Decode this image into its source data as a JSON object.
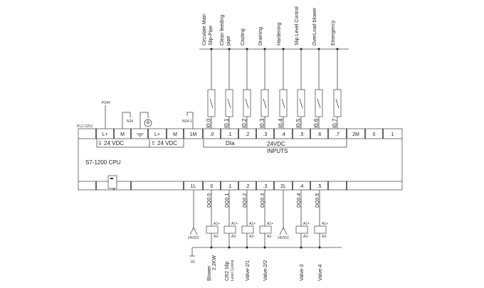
{
  "plc": {
    "title": "S7-1200 CPU",
    "tag": "PLC-CPU",
    "p24v": "P24V",
    "n24": "N24",
    "n24_1": "N24-1",
    "supply_in": "24 VDC",
    "supply_out": "24 VDC",
    "dia": "DIa",
    "inputs_voltage": "24VDC",
    "inputs_label": "INPUTS",
    "top_terminals": [
      "",
      "L+",
      "M",
      "",
      "L+",
      "M",
      "1M",
      ".0",
      ".1",
      ".2",
      ".3",
      ".4",
      ".5",
      ".6",
      ".7",
      "2M",
      "0",
      "1"
    ],
    "bottom_terminals": [
      "",
      "",
      "",
      "",
      "1L",
      "0",
      ".1",
      ".2",
      ".3",
      "2L",
      ".4",
      ".5",
      "",
      ""
    ]
  },
  "inputs": [
    {
      "address": "I0.0",
      "label": [
        "Circulate Main",
        "Slip-Pipe"
      ]
    },
    {
      "address": "I0.1",
      "label": [
        "Clean feeding",
        "pipe"
      ]
    },
    {
      "address": "I0.2",
      "label": [
        "Casting"
      ]
    },
    {
      "address": "I0.3",
      "label": [
        "Draining"
      ]
    },
    {
      "address": "I0.4",
      "label": [
        "Hardening"
      ]
    },
    {
      "address": "I0.5",
      "label": [
        "Slip Level Control"
      ]
    },
    {
      "address": "I0.6",
      "label": [
        "OverLoad blower"
      ]
    },
    {
      "address": "I0.7",
      "label": [
        "Emergency"
      ]
    }
  ],
  "outputs": [
    {
      "address": "DQ0.0",
      "label": [
        "Blower",
        "2.2KW"
      ]
    },
    {
      "address": "DQ0.1",
      "label": [
        "CR2 Slip",
        "Level Control"
      ]
    },
    {
      "address": "DQ0.2",
      "label": [
        "Valve-2/1"
      ]
    },
    {
      "address": "DQ0.3",
      "label": [
        "Valve-2/2"
      ]
    },
    {
      "address": "DQ0.4",
      "label": [
        "Valve-3"
      ]
    },
    {
      "address": "DQ0.5",
      "label": [
        "Valve-4"
      ]
    }
  ],
  "coil": {
    "a1": "A1+",
    "a2": "A2-"
  },
  "supply_24vdc": "24VDC",
  "zero_v": "0V"
}
